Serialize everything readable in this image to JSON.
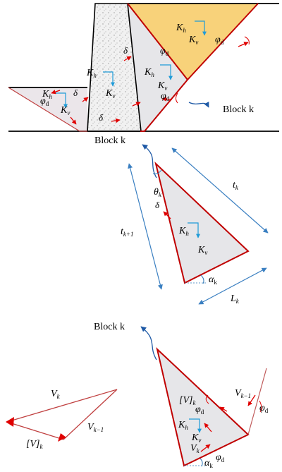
{
  "labels": {
    "kh": "K",
    "kh_sub": "h",
    "kv": "K",
    "kv_sub": "v",
    "phi": "φ",
    "phi_sub": "d",
    "delta": "δ",
    "block_k": "Block k",
    "theta": "θ",
    "theta_sub": "k",
    "t": "t",
    "t_sub_k": "k",
    "t_sub_k1": "k+1",
    "alpha": "α",
    "alpha_sub": "k",
    "L": "L",
    "L_sub": "k",
    "V": "V",
    "V_sub_k": "k",
    "V_sub_km1": "k−1",
    "Vbracket": "[V]",
    "Vbracket_sub": "k"
  },
  "colors": {
    "backfill_yellow": "#f8d27a",
    "block_gray": "#e6e6e9",
    "wall_fill": "#f1f1f1",
    "edge_red": "#c00000",
    "force_red": "#e00000",
    "seismic_blue": "#1f9bd8",
    "dimension_blue": "#3a7fc1",
    "curve_blue": "#1f5aa6"
  }
}
